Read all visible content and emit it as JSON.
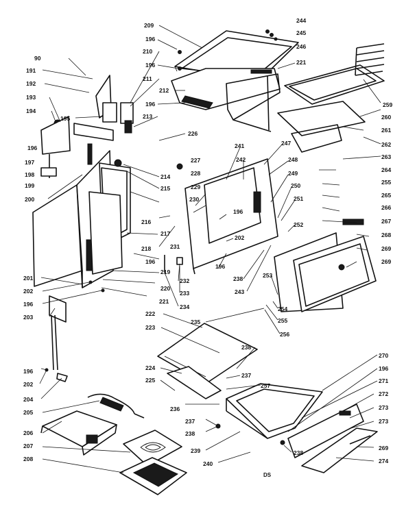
{
  "callouts": [
    "90",
    "191",
    "192",
    "193",
    "194",
    "195",
    "196",
    "197",
    "198",
    "199",
    "200",
    "201",
    "202",
    "203",
    "204",
    "205",
    "206",
    "207",
    "208",
    "209",
    "210",
    "211",
    "212",
    "213",
    "214",
    "215",
    "216",
    "217",
    "218",
    "219",
    "220",
    "221",
    "222",
    "223",
    "224",
    "225",
    "226",
    "227",
    "228",
    "229",
    "230",
    "231",
    "232",
    "233",
    "234",
    "235",
    "236",
    "237",
    "238",
    "239",
    "240",
    "241",
    "242",
    "243",
    "244",
    "245",
    "246",
    "247",
    "248",
    "249",
    "250",
    "251",
    "252",
    "253",
    "254",
    "255",
    "256",
    "257",
    "259",
    "260",
    "261",
    "262",
    "263",
    "264",
    "265",
    "266",
    "267",
    "268",
    "269",
    "270",
    "271",
    "272",
    "273",
    "274"
  ],
  "drawing_code": "DS"
}
